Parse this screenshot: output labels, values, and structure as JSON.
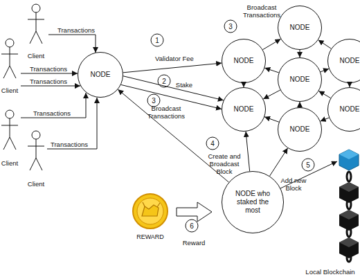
{
  "diagram": {
    "nodes": [
      {
        "text": [
          "NODE"
        ]
      },
      {
        "text": [
          "NODE"
        ]
      },
      {
        "text": [
          "NODE"
        ]
      },
      {
        "text": [
          "NODE"
        ]
      },
      {
        "text": [
          "NODE"
        ]
      },
      {
        "text": [
          "NODE"
        ]
      },
      {
        "text": [
          "NODE"
        ]
      },
      {
        "text": [
          "NODE"
        ]
      },
      {
        "text": [
          "NODE who staked the most"
        ]
      }
    ],
    "edges": [
      {
        "from": 0,
        "to": 2,
        "arrow": "to",
        "label": "Validator Fee"
      },
      {
        "from": 0,
        "to": 5,
        "arrow": "to",
        "label": "Stake"
      },
      {
        "from": 0,
        "to": 5,
        "arrow": "to",
        "label": "Broadcast Transactions"
      },
      {
        "from": 2,
        "to": 1,
        "arrow": "to"
      },
      {
        "from": 4,
        "to": 2,
        "arrow": "to"
      },
      {
        "from": 1,
        "to": 4,
        "arrow": "to"
      },
      {
        "from": 2,
        "to": 5,
        "arrow": "to"
      },
      {
        "from": 4,
        "to": 5,
        "arrow": "to"
      },
      {
        "from": 7,
        "to": 5,
        "arrow": "to"
      },
      {
        "from": 7,
        "to": 4,
        "arrow": "to"
      },
      {
        "from": 3,
        "to": 1,
        "arrow": "to"
      },
      {
        "from": 4,
        "to": 3,
        "arrow": "to"
      },
      {
        "from": 6,
        "to": 4,
        "arrow": "to"
      },
      {
        "from": 6,
        "to": 7,
        "arrow": "to"
      },
      {
        "from": 3,
        "to": 6,
        "arrow": "to"
      },
      {
        "from": 8,
        "to": 0,
        "arrow": "to"
      },
      {
        "from": 8,
        "to": 5,
        "arrow": "to",
        "label": "Create and Broadcast Block"
      },
      {
        "from": 8,
        "to": 7,
        "arrow": "to"
      }
    ],
    "labels": [
      "Client",
      "Client",
      "Client",
      "Client",
      "Transactions",
      "Transactions",
      "Transactions",
      "Transactions",
      "Transactions",
      "1",
      "2",
      "3",
      "3",
      "Broadcast Transactions",
      "4",
      "5",
      "Add new Block",
      "REWARD",
      "6",
      "Reward",
      "Local Blockchain"
    ]
  }
}
